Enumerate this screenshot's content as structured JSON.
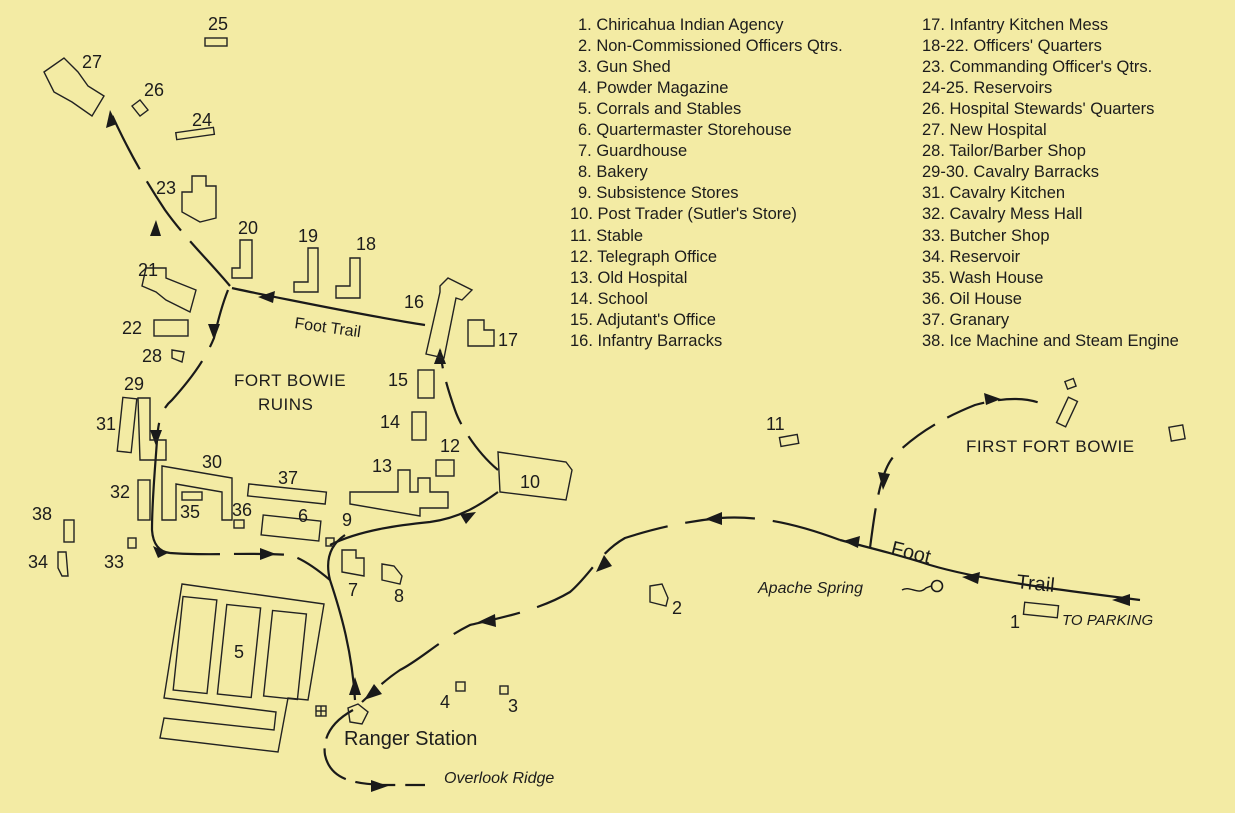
{
  "legend": [
    "1. Chiricahua Indian Agency",
    "2. Non-Commissioned Officers Qtrs.",
    "3. Gun Shed",
    "4. Powder Magazine",
    "5. Corrals and Stables",
    "6. Quartermaster Storehouse",
    "7. Guardhouse",
    "8. Bakery",
    "9. Subsistence Stores",
    "10. Post Trader (Sutler's Store)",
    "11. Stable",
    "12. Telegraph Office",
    "13. Old Hospital",
    "14. School",
    "15. Adjutant's Office",
    "16. Infantry Barracks",
    "17. Infantry Kitchen Mess",
    "18-22. Officers' Quarters",
    "23. Commanding Officer's Qtrs.",
    "24-25. Reservoirs",
    "26. Hospital Stewards' Quarters",
    "27. New Hospital",
    "28. Tailor/Barber Shop",
    "29-30. Cavalry Barracks",
    "31. Cavalry Kitchen",
    "32. Cavalry Mess Hall",
    "33. Butcher Shop",
    "34. Reservoir",
    "35. Wash House",
    "36. Oil House",
    "37. Granary",
    "38. Ice Machine and Steam Engine"
  ],
  "labels": {
    "fort_bowie_line1": "FORT BOWIE",
    "fort_bowie_line2": "RUINS",
    "first_fort_bowie": "FIRST FORT BOWIE",
    "foot_trail_west": "Foot Trail",
    "foot_east": "Foot",
    "trail_east": "Trail",
    "apache_spring": "Apache Spring",
    "to_parking": "TO PARKING",
    "ranger_station": "Ranger Station",
    "overlook_ridge": "Overlook Ridge"
  },
  "numbers": {
    "n1": "1",
    "n2": "2",
    "n3": "3",
    "n4": "4",
    "n5": "5",
    "n6": "6",
    "n7": "7",
    "n8": "8",
    "n9": "9",
    "n10": "10",
    "n11": "11",
    "n12": "12",
    "n13": "13",
    "n14": "14",
    "n15": "15",
    "n16": "16",
    "n17": "17",
    "n18": "18",
    "n19": "19",
    "n20": "20",
    "n21": "21",
    "n22": "22",
    "n23": "23",
    "n24": "24",
    "n25": "25",
    "n26": "26",
    "n27": "27",
    "n28": "28",
    "n29": "29",
    "n30": "30",
    "n31": "31",
    "n32": "32",
    "n33": "33",
    "n34": "34",
    "n35": "35",
    "n36": "36",
    "n37": "37",
    "n38": "38"
  },
  "colors": {
    "paper": "#f3eba4",
    "ink": "#1c1c1c"
  }
}
